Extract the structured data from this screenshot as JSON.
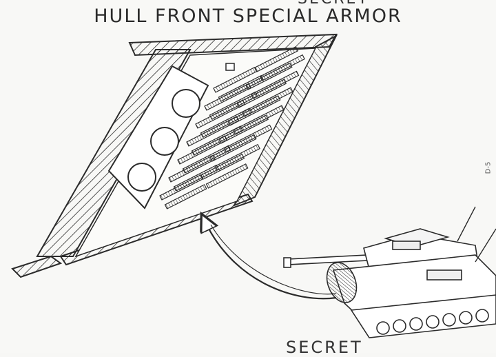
{
  "title": "HULL FRONT SPECIAL ARMOR",
  "classification_top": "SECRET",
  "classification_bottom": "SECRET",
  "page_number": "D-5",
  "colors": {
    "ink": "#2b2b2b",
    "paper": "#f8f8f6"
  }
}
